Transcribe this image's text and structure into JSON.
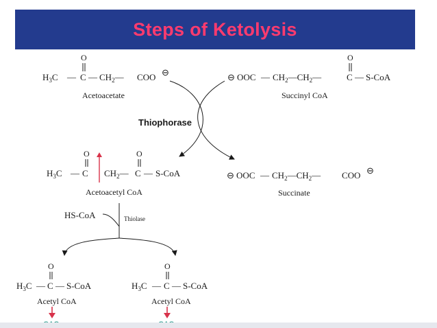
{
  "title": "Steps of Ketolysis",
  "charge": "⊖",
  "compounds": {
    "acetoacetate": {
      "name": "Acetoacetate",
      "h3c": "H",
      "h3c_sub": "3",
      "c": "C",
      "ch2": "CH",
      "ch2_sub": "2",
      "coo": "COO",
      "dash": "—",
      "o": "O"
    },
    "succinyl_coa": {
      "name": "Succinyl CoA",
      "ooc": "OOC",
      "ch2": "CH",
      "ch2_sub": "2",
      "c": "C",
      "scoa": "S-CoA",
      "dash": "—",
      "o": "O"
    },
    "acetoacetyl_coa": {
      "name": "Acetoacetyl CoA",
      "h3c": "H",
      "h3c_sub": "3",
      "c": "C",
      "ch2": "CH",
      "ch2_sub": "2",
      "scoa": "S-CoA",
      "dash": "—",
      "o": "O"
    },
    "succinate": {
      "name": "Succinate",
      "ooc": "OOC",
      "ch2": "CH",
      "ch2_sub": "2",
      "coo": "COO",
      "dash": "—"
    },
    "acetyl_coa": {
      "name": "Acetyl CoA",
      "h3c": "H",
      "h3c_sub": "3",
      "c": "C",
      "scoa": "S-CoA",
      "dash": "—",
      "o": "O"
    }
  },
  "enzymes": {
    "thiophorase": "Thiophorase",
    "thiolase": "Thiolase"
  },
  "hs_coa": "HS-CoA",
  "cac": "CAC",
  "colors": {
    "banner": "#233b8e",
    "title": "#ff3b6e",
    "cleavage": "#d8324a",
    "cac": "#0e8e7e",
    "cac_arrow": "#d8324a"
  }
}
